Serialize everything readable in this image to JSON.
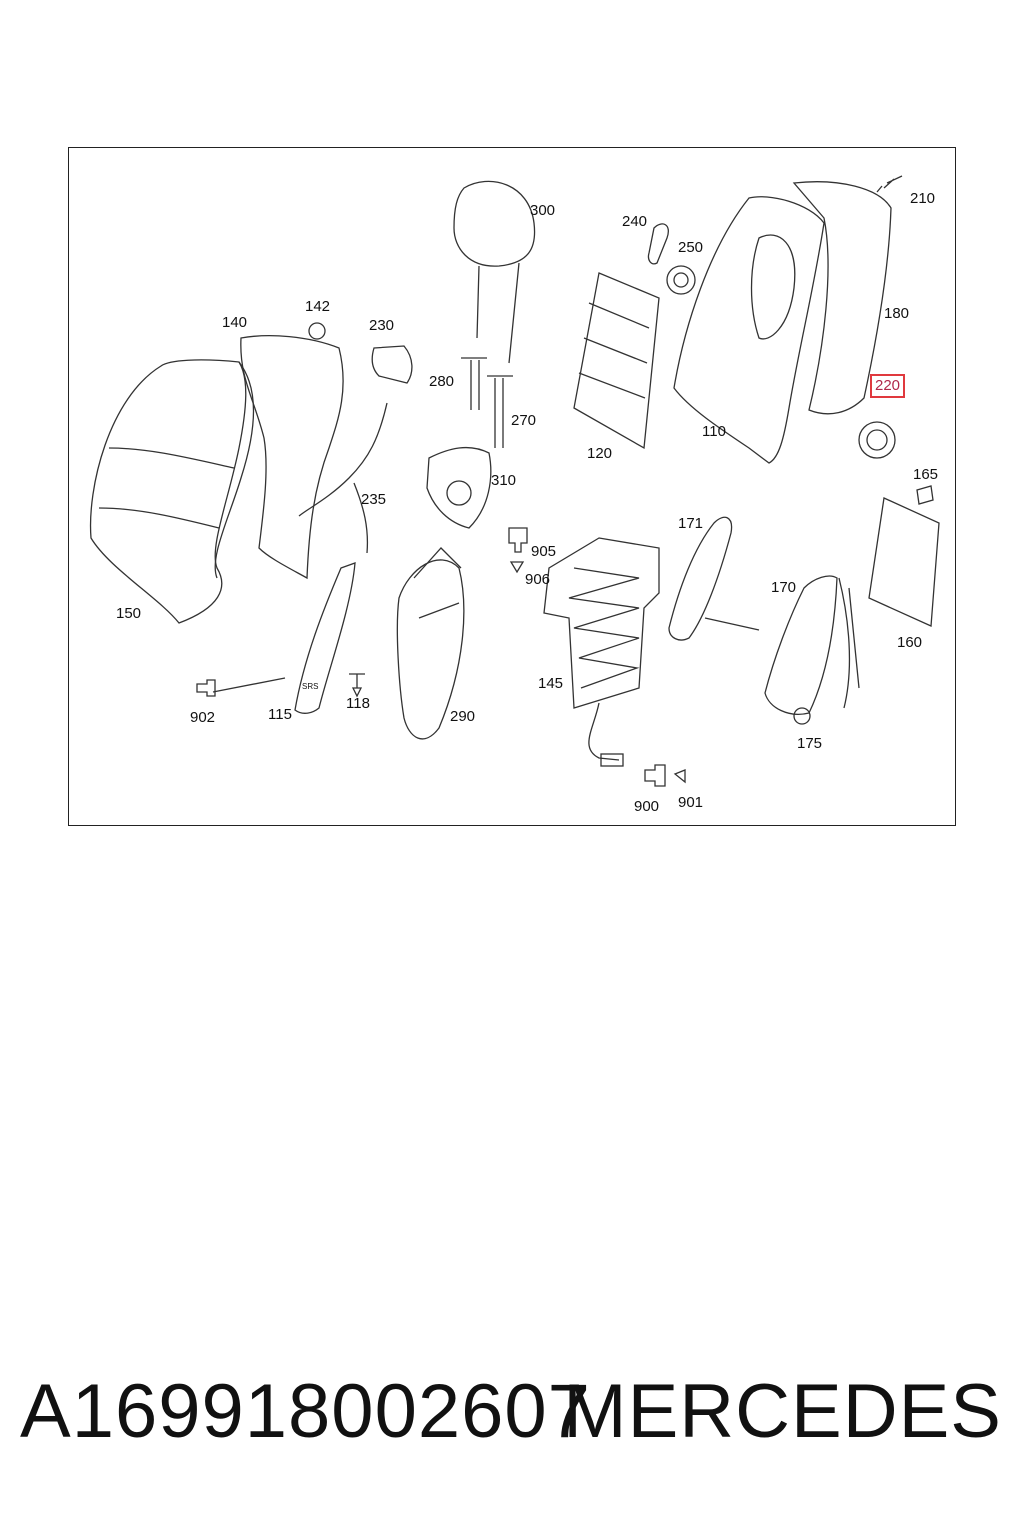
{
  "diagram": {
    "callouts": [
      {
        "id": "300",
        "label": "300"
      },
      {
        "id": "240",
        "label": "240"
      },
      {
        "id": "250",
        "label": "250"
      },
      {
        "id": "210",
        "label": "210"
      },
      {
        "id": "180",
        "label": "180"
      },
      {
        "id": "220",
        "label": "220"
      },
      {
        "id": "140",
        "label": "140"
      },
      {
        "id": "142",
        "label": "142"
      },
      {
        "id": "230",
        "label": "230"
      },
      {
        "id": "280",
        "label": "280"
      },
      {
        "id": "270",
        "label": "270"
      },
      {
        "id": "120",
        "label": "120"
      },
      {
        "id": "110",
        "label": "110"
      },
      {
        "id": "165",
        "label": "165"
      },
      {
        "id": "235",
        "label": "235"
      },
      {
        "id": "310",
        "label": "310"
      },
      {
        "id": "905",
        "label": "905"
      },
      {
        "id": "906",
        "label": "906"
      },
      {
        "id": "171",
        "label": "171"
      },
      {
        "id": "170",
        "label": "170"
      },
      {
        "id": "160",
        "label": "160"
      },
      {
        "id": "150",
        "label": "150"
      },
      {
        "id": "145",
        "label": "145"
      },
      {
        "id": "902",
        "label": "902"
      },
      {
        "id": "115",
        "label": "115"
      },
      {
        "id": "118",
        "label": "118"
      },
      {
        "id": "290",
        "label": "290"
      },
      {
        "id": "175",
        "label": "175"
      },
      {
        "id": "900",
        "label": "900"
      },
      {
        "id": "901",
        "label": "901"
      }
    ],
    "highlighted_callout": "220",
    "highlight_color": "#e0393e",
    "airbag_marking": "SRS"
  },
  "caption": {
    "part_number": "A169918002607",
    "brand": "MERCEDES"
  }
}
